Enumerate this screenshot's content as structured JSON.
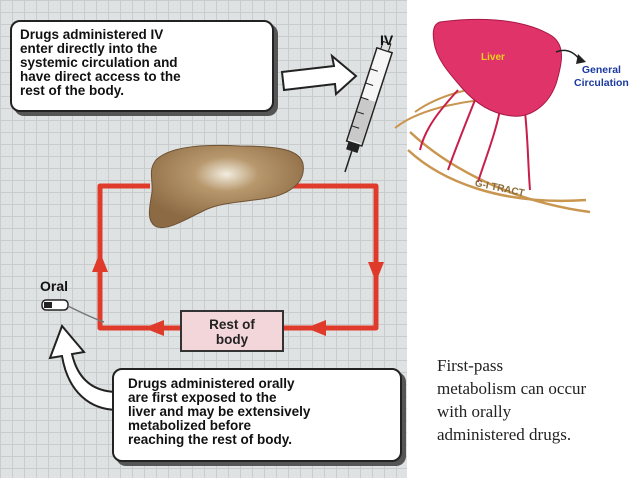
{
  "left_panel": {
    "iv_callout_lines": [
      "Drugs administered IV",
      "enter directly into the",
      "systemic circulation and",
      "have direct access to the",
      "rest of the body."
    ],
    "iv_label": "IV",
    "oral_label": "Oral",
    "rest_of_body_lines": [
      "Rest of",
      "body"
    ],
    "oral_callout_lines": [
      "Drugs administered orally",
      "are first exposed to the",
      "liver and may be extensively",
      "metabolized before",
      "reaching the rest of body."
    ]
  },
  "right_diagram": {
    "liver_label": "Liver",
    "general_circulation_lines": [
      "General",
      "Circulation"
    ],
    "gi_tract_label": "G-I TRACT"
  },
  "caption_lines": [
    "First-pass",
    "metabolism can occur",
    "with orally",
    "administered drugs."
  ],
  "colors": {
    "circuit_red": "#e03a2a",
    "liver_brown": "#9c7a52",
    "liver_pink": "#e0336a",
    "gi_tract_tan": "#c99650",
    "rest_box_fill": "#f3d6da",
    "general_circulation_blue": "#1a3aa0"
  }
}
